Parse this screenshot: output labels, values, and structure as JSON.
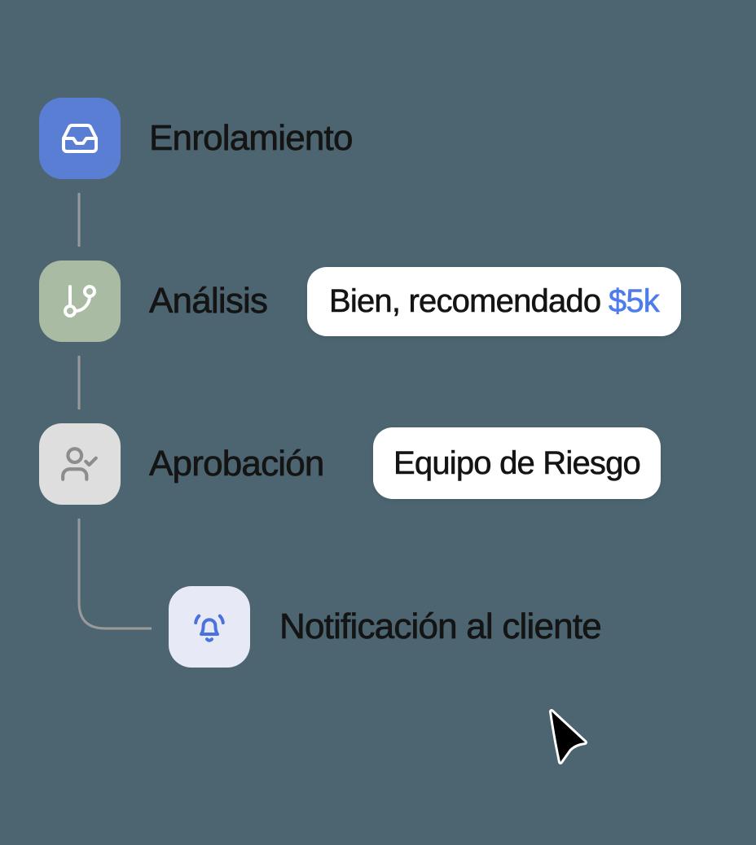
{
  "canvas": {
    "background_color": "#4c6571",
    "connector_color": "#9a9a9a"
  },
  "workflow": {
    "nodes": [
      {
        "label": "Enrolamiento",
        "icon": "inbox-icon",
        "tile_color": "#5a7ed4",
        "icon_color": "#ffffff"
      },
      {
        "label": "Análisis",
        "icon": "git-branch-icon",
        "tile_color": "#a9bba3",
        "icon_color": "#ffffff",
        "badge": {
          "text": "Bien, recomendado",
          "highlight": "$5k",
          "highlight_color": "#4e7cec"
        }
      },
      {
        "label": "Aprobación",
        "icon": "user-check-icon",
        "tile_color": "#dedede",
        "icon_color": "#8c8c8c",
        "badge": {
          "text": "Equipo de Riesgo"
        }
      },
      {
        "label": "Notificación al cliente",
        "icon": "bell-icon",
        "tile_color": "#e7eaf6",
        "icon_color": "#4a72dd"
      }
    ]
  },
  "cursor": {
    "name": "arrow-cursor",
    "fill_color": "#000000",
    "outline_color": "#ffffff"
  }
}
